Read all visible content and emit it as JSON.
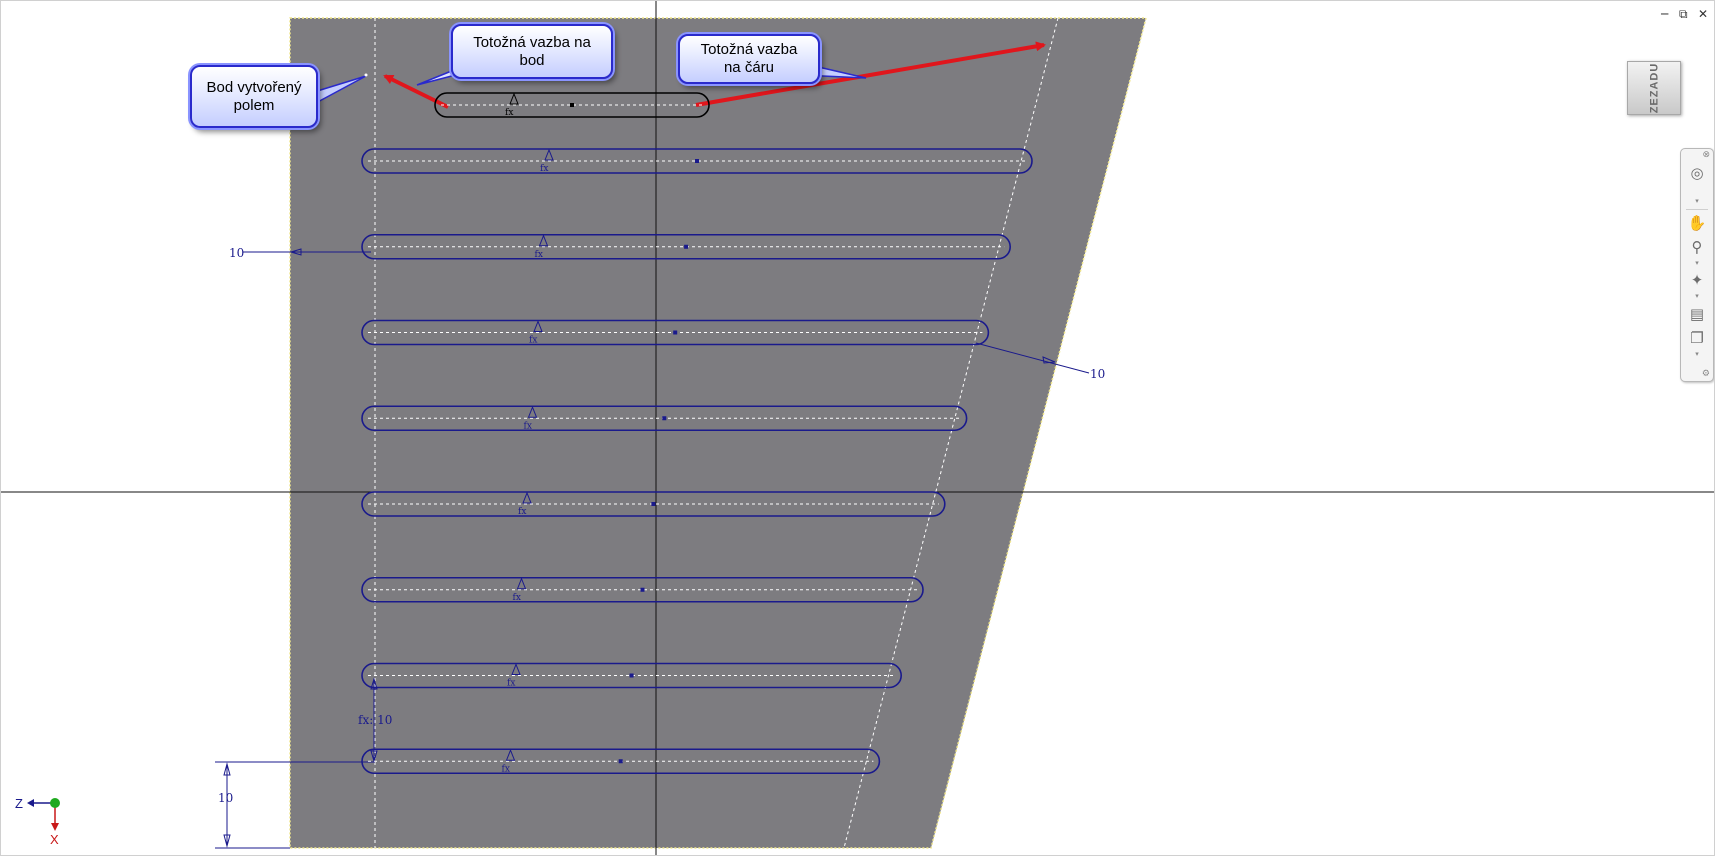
{
  "window": {
    "minimize_icon": "minimize-icon",
    "restore_icon": "restore-icon",
    "close_icon": "close-icon"
  },
  "colors": {
    "background": "#ffffff",
    "sketch_plane": "#7d7c80",
    "plane_edge": "#f0e68c",
    "slot_geometry": "#1a1a8c",
    "selected_slot": "#000000",
    "centerline": "#ffffff",
    "callout_border": "#2a2acc",
    "arrow": "#e0161c"
  },
  "callouts": {
    "point": "Bod vytvořený\npolem",
    "coincident_point": "Totožná vazba na\nbod",
    "coincident_line": "Totožná vazba\nna čáru"
  },
  "viewcube": {
    "label": "ZEZADU"
  },
  "navigation_bar": {
    "tools": [
      "steering-wheel-icon",
      "pan-icon",
      "zoom-icon",
      "orbit-icon",
      "look-at-icon",
      "view-icon"
    ]
  },
  "dimensions": {
    "left_offset": "10",
    "right_offset": "10",
    "bottom_offset": "10",
    "pattern_spacing": "fx: 10"
  },
  "constraint_marker": "fx",
  "slots": {
    "count": 9
  },
  "triad": {
    "z_label": "Z",
    "x_label": "X"
  }
}
